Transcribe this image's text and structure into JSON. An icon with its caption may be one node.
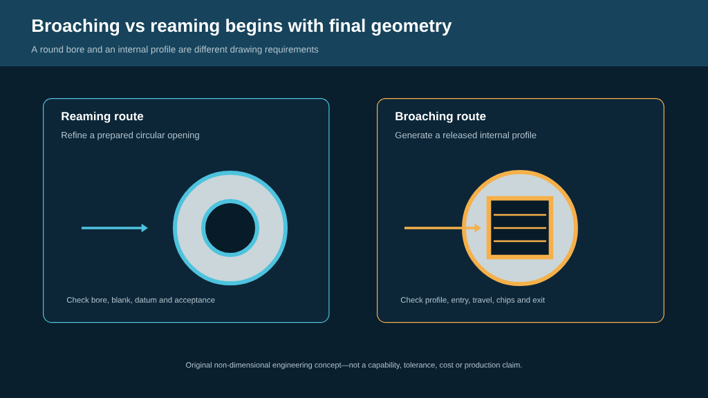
{
  "diagram": {
    "title": "Broaching vs reaming begins with final geometry",
    "caption": "Original non-dimensional engineering concept—not a capability, tolerance, cost or production claim.",
    "nodes": [
      {
        "text": [
          "Reaming route",
          "Refine a prepared circular opening",
          "Check bore, blank, datum and acceptance"
        ]
      },
      {
        "text": [
          "Broaching route",
          "Generate a released internal profile",
          "Check profile, entry, travel, chips and exit"
        ]
      }
    ],
    "labels": [
      "A round bore and an internal profile are different drawing requirements"
    ]
  }
}
